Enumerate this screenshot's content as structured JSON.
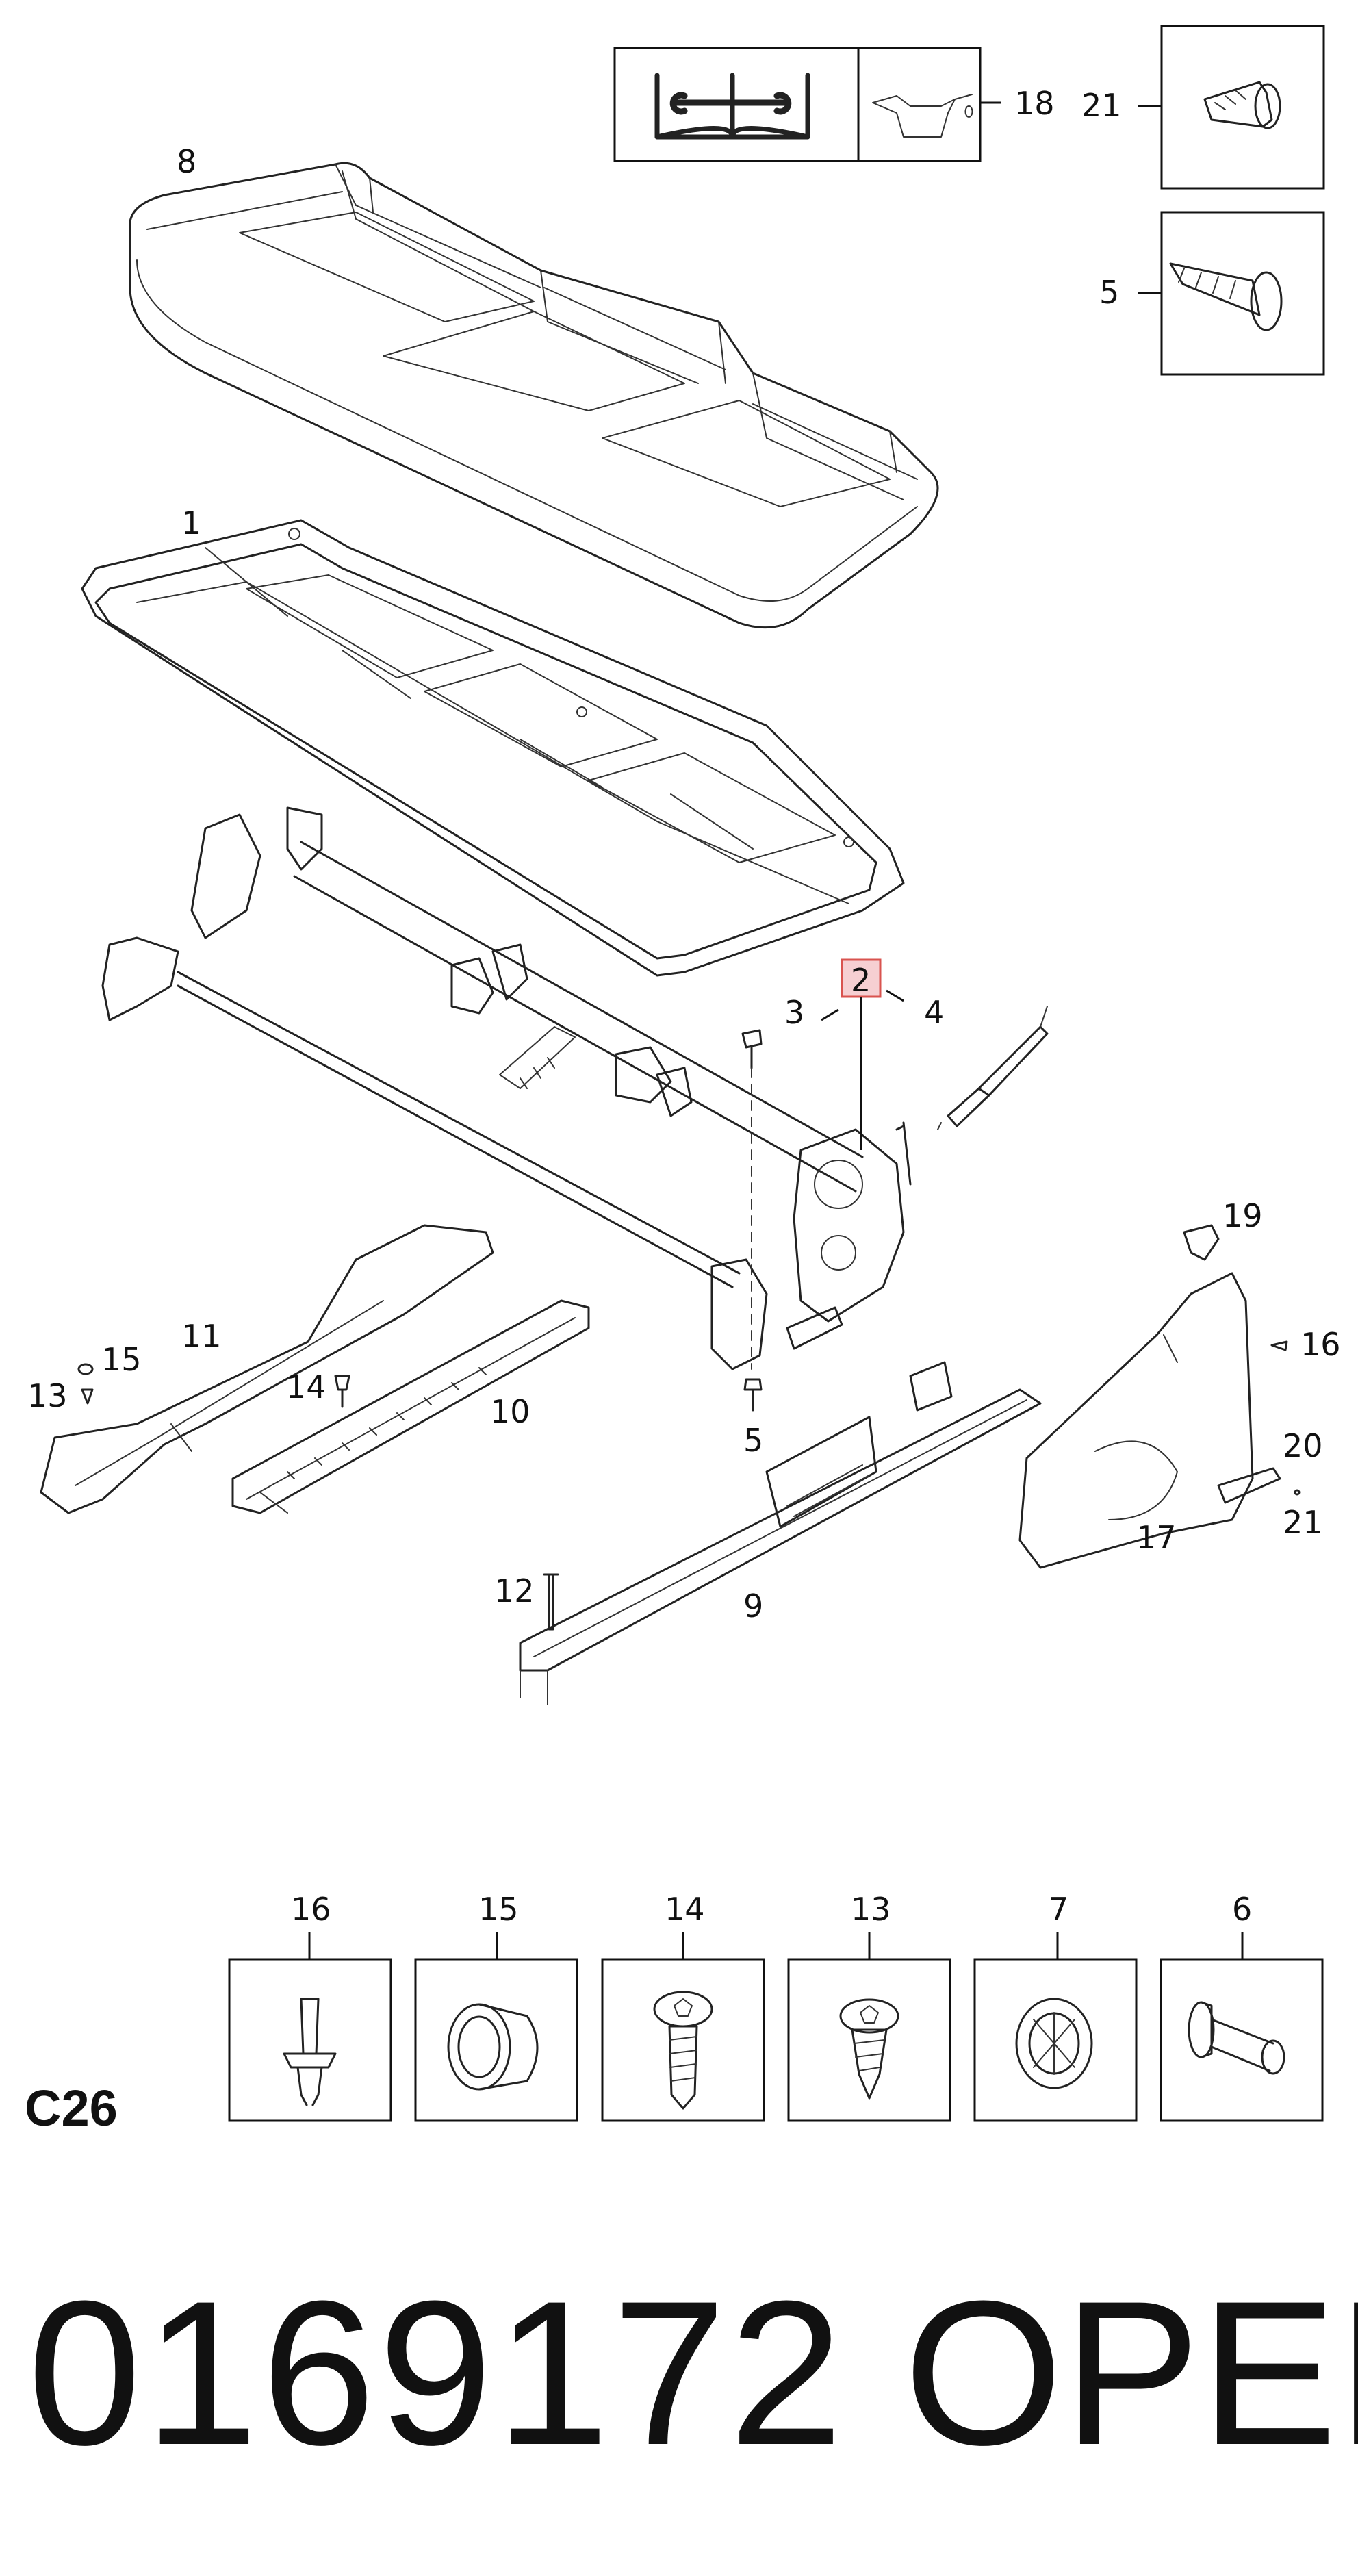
{
  "diagram": {
    "code": "C26",
    "part_number": "0169172",
    "brand": "OPEL",
    "highlighted_callout": "2"
  },
  "callouts": {
    "c1": "1",
    "c2": "2",
    "c3": "3",
    "c4": "4",
    "c5_top": "5",
    "c5": "5",
    "c8": "8",
    "c9": "9",
    "c10": "10",
    "c11": "11",
    "c12": "12",
    "c13": "13",
    "c14": "14",
    "c15": "15",
    "c16": "16",
    "c17": "17",
    "c18": "18",
    "c19": "19",
    "c20": "20",
    "c21_top": "21",
    "c21": "21"
  },
  "fastener_row": [
    {
      "label": "16",
      "icon": "push-rivet-icon"
    },
    {
      "label": "15",
      "icon": "grommet-icon"
    },
    {
      "label": "14",
      "icon": "torx-screw-icon"
    },
    {
      "label": "13",
      "icon": "torx-tapping-screw-icon"
    },
    {
      "label": "7",
      "icon": "clip-nut-icon"
    },
    {
      "label": "6",
      "icon": "spacer-sleeve-icon"
    }
  ],
  "colors": {
    "line": "#222222",
    "highlight_fill": "#f6cfd2",
    "highlight_border": "#d9534f"
  }
}
